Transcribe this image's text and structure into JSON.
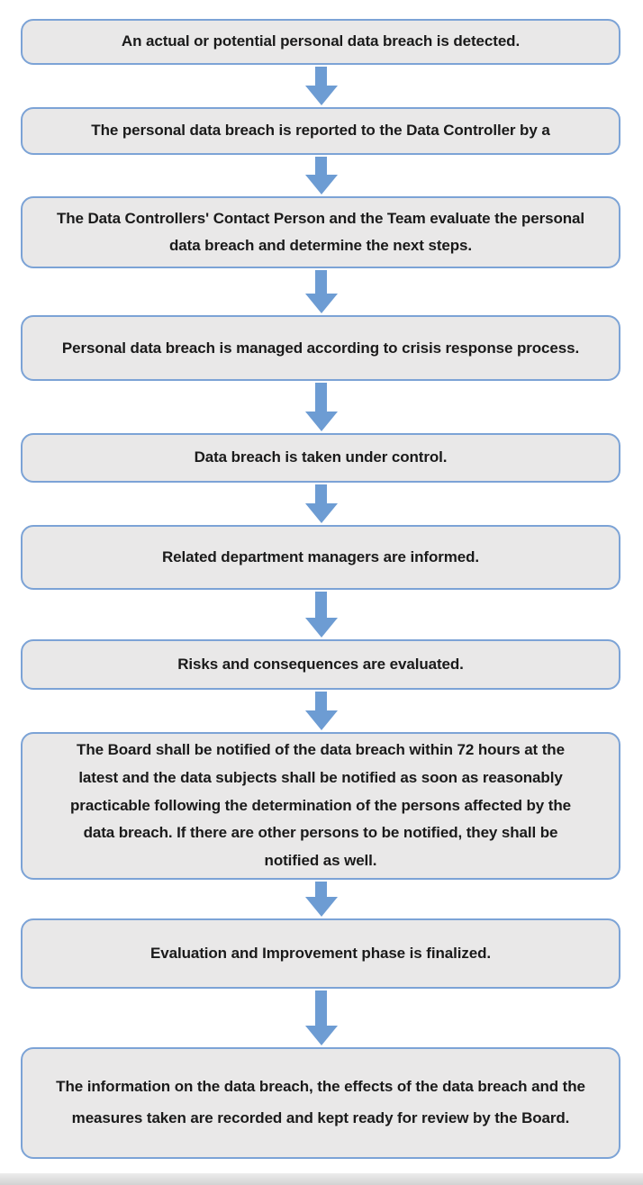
{
  "flowchart": {
    "type": "vertical-process-flow",
    "steps": [
      {
        "id": 1,
        "text": "An actual or potential personal data breach is detected."
      },
      {
        "id": 2,
        "text": "The personal data breach is reported to the Data Controller by a"
      },
      {
        "id": 3,
        "text": "The Data Controllers' Contact Person and the Team evaluate the personal data breach and determine the next steps."
      },
      {
        "id": 4,
        "text": "Personal data breach is managed according to crisis response process."
      },
      {
        "id": 5,
        "text": "Data breach is taken under control."
      },
      {
        "id": 6,
        "text": "Related department managers are informed."
      },
      {
        "id": 7,
        "text": "Risks and consequences are evaluated."
      },
      {
        "id": 8,
        "text": "The Board shall be notified of the data breach within 72 hours at the latest and the data subjects shall be notified as soon as reasonably practicable following the determination of the persons affected by the data breach. If there are other persons to be notified, they shall be notified as well."
      },
      {
        "id": 9,
        "text": "Evaluation and Improvement phase is finalized."
      },
      {
        "id": 10,
        "text": "The information on the data breach, the effects of the data breach and the measures taken are recorded and kept ready for review by the Board."
      }
    ],
    "connector_count": 9,
    "colors": {
      "box_fill": "#e9e8e8",
      "box_border": "#7ca3d6",
      "arrow": "#6d9cd3",
      "text": "#1a1a1a",
      "background": "#ffffff"
    }
  }
}
